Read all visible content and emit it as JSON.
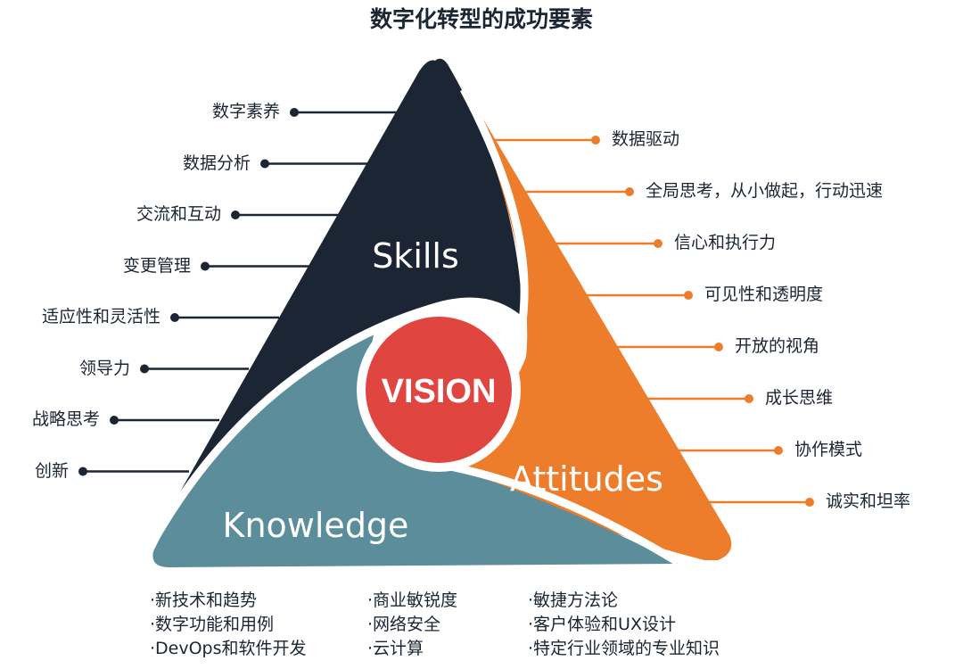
{
  "title": "数字化转型的成功要素",
  "center": "VISION",
  "regions": {
    "skills": "Skills",
    "attitudes": "Attitudes",
    "knowledge": "Knowledge"
  },
  "skills_items": [
    "数字素养",
    "数据分析",
    "交流和互动",
    "变更管理",
    "适应性和灵活性",
    "领导力",
    "战略思考",
    "创新"
  ],
  "attitudes_items": [
    "数据驱动",
    "全局思考，从小做起，行动迅速",
    "信心和执行力",
    "可见性和透明度",
    "开放的视角",
    "成长思维",
    "协作模式",
    "诚实和坦率"
  ],
  "knowledge_columns": [
    [
      "·新技术和趋势",
      "·数字功能和用例",
      "·DevOps和软件开发"
    ],
    [
      "·商业敏锐度",
      "·网络安全",
      "·云计算"
    ],
    [
      "·敏捷方法论",
      "·客户体验和UX设计",
      "·特定行业领域的专业知识"
    ]
  ],
  "colors": {
    "skills": "#1c2533",
    "attitudes": "#ee7d2b",
    "knowledge": "#5b8e9a",
    "vision": "#e04540"
  }
}
